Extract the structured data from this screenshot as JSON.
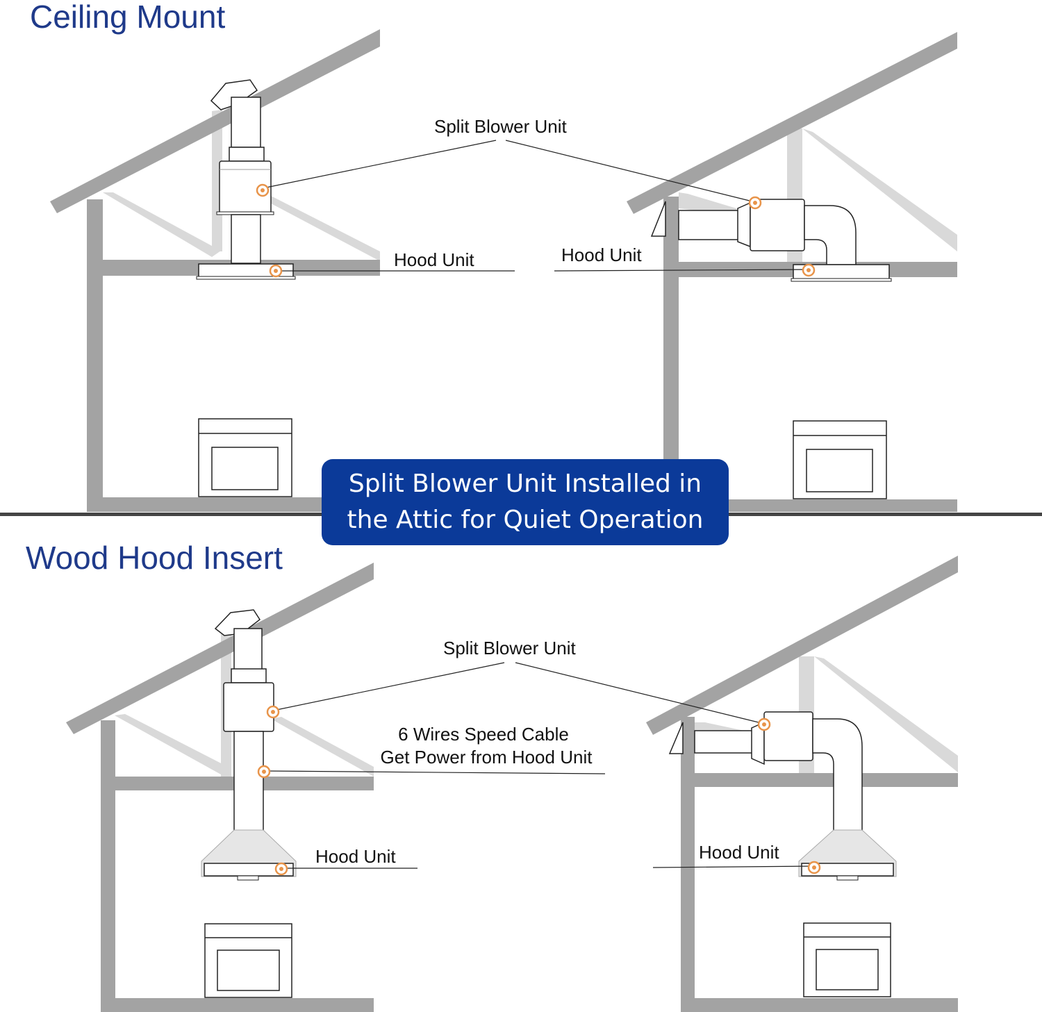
{
  "sections": {
    "ceiling_mount": {
      "title": "Ceiling Mount"
    },
    "wood_hood_insert": {
      "title": "Wood Hood Insert"
    }
  },
  "labels": {
    "split_blower_unit": "Split Blower Unit",
    "hood_unit": "Hood Unit",
    "speed_cable_line1": "6 Wires Speed Cable",
    "speed_cable_line2": "Get Power from Hood Unit"
  },
  "banner": {
    "line1": "Split Blower Unit Installed in",
    "line2": "the Attic for Quiet Operation"
  },
  "colors": {
    "title_blue": "#1f3a8a",
    "banner_blue": "#0b3a99",
    "structure_gray": "#a3a3a3",
    "truss_gray": "#d9d9d9",
    "marker_orange": "#e8944a"
  }
}
